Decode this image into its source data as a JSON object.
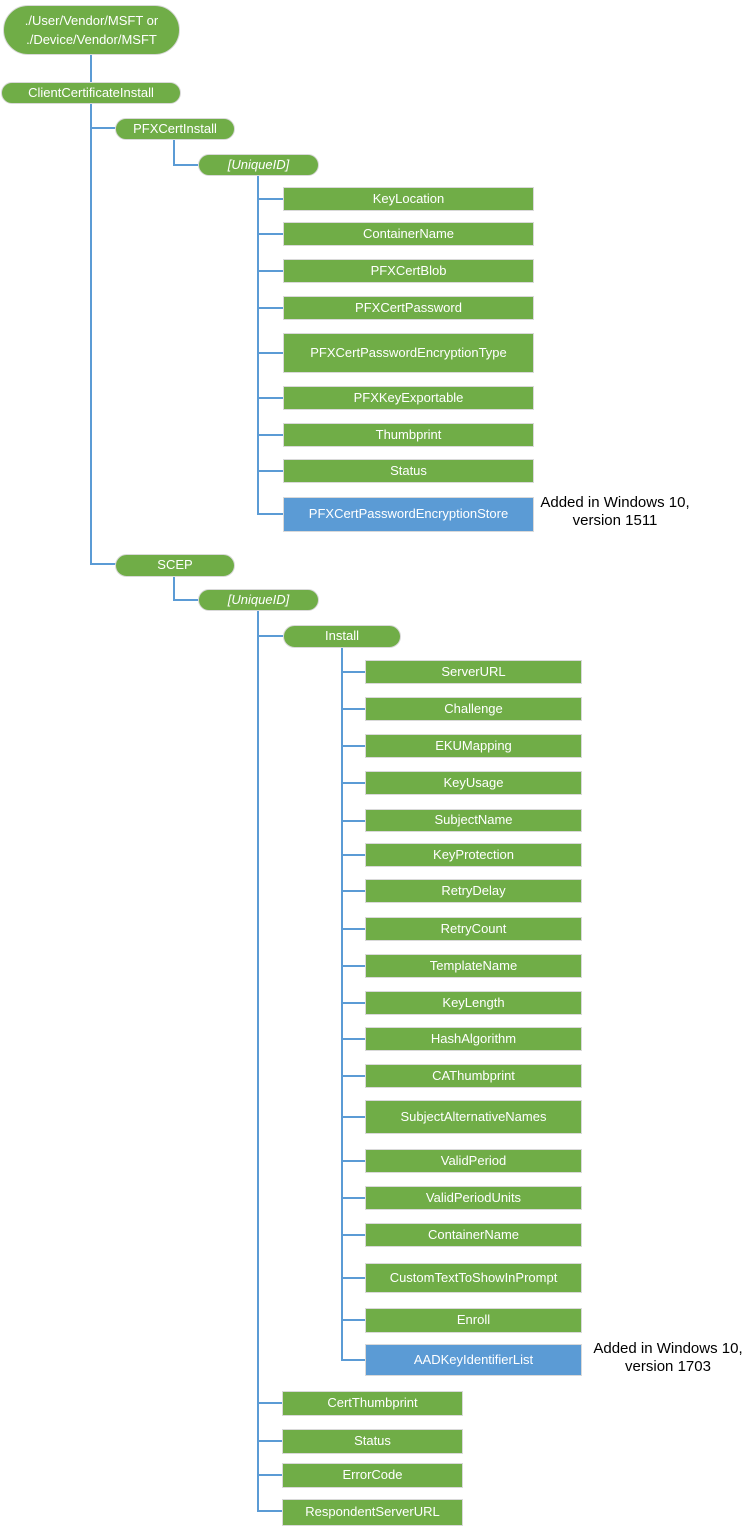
{
  "colors": {
    "node_green": "#70AD47",
    "node_blue": "#5B9BD5",
    "connector_blue": "#5B9BD5",
    "node_border": "#D9D9D9",
    "node_text": "#FFFFFF",
    "annotation_text": "#000000"
  },
  "tree": {
    "root": "./User/Vendor/MSFT or\n./Device/Vendor/MSFT",
    "client_certificate_install": "ClientCertificateInstall",
    "pfx": {
      "node": "PFXCertInstall",
      "unique_id": "[UniqueID]",
      "children": [
        "KeyLocation",
        "ContainerName",
        "PFXCertBlob",
        "PFXCertPassword",
        "PFXCertPasswordEncryptionType",
        "PFXKeyExportable",
        "Thumbprint",
        "Status"
      ],
      "added_in_1511": "PFXCertPasswordEncryptionStore"
    },
    "scep": {
      "node": "SCEP",
      "unique_id": "[UniqueID]",
      "install": {
        "node": "Install",
        "children": [
          "ServerURL",
          "Challenge",
          "EKUMapping",
          "KeyUsage",
          "SubjectName",
          "KeyProtection",
          "RetryDelay",
          "RetryCount",
          "TemplateName",
          "KeyLength",
          "HashAlgorithm",
          "CAThumbprint",
          "SubjectAlternativeNames",
          "ValidPeriod",
          "ValidPeriodUnits",
          "ContainerName",
          "CustomTextToShowInPrompt",
          "Enroll"
        ],
        "added_in_1703": "AADKeyIdentifierList"
      },
      "children": [
        "CertThumbprint",
        "Status",
        "ErrorCode",
        "RespondentServerURL"
      ]
    }
  },
  "annotations": {
    "added_1511": "Added in Windows 10,\nversion 1511",
    "added_1703": "Added in Windows 10,\nversion 1703"
  }
}
